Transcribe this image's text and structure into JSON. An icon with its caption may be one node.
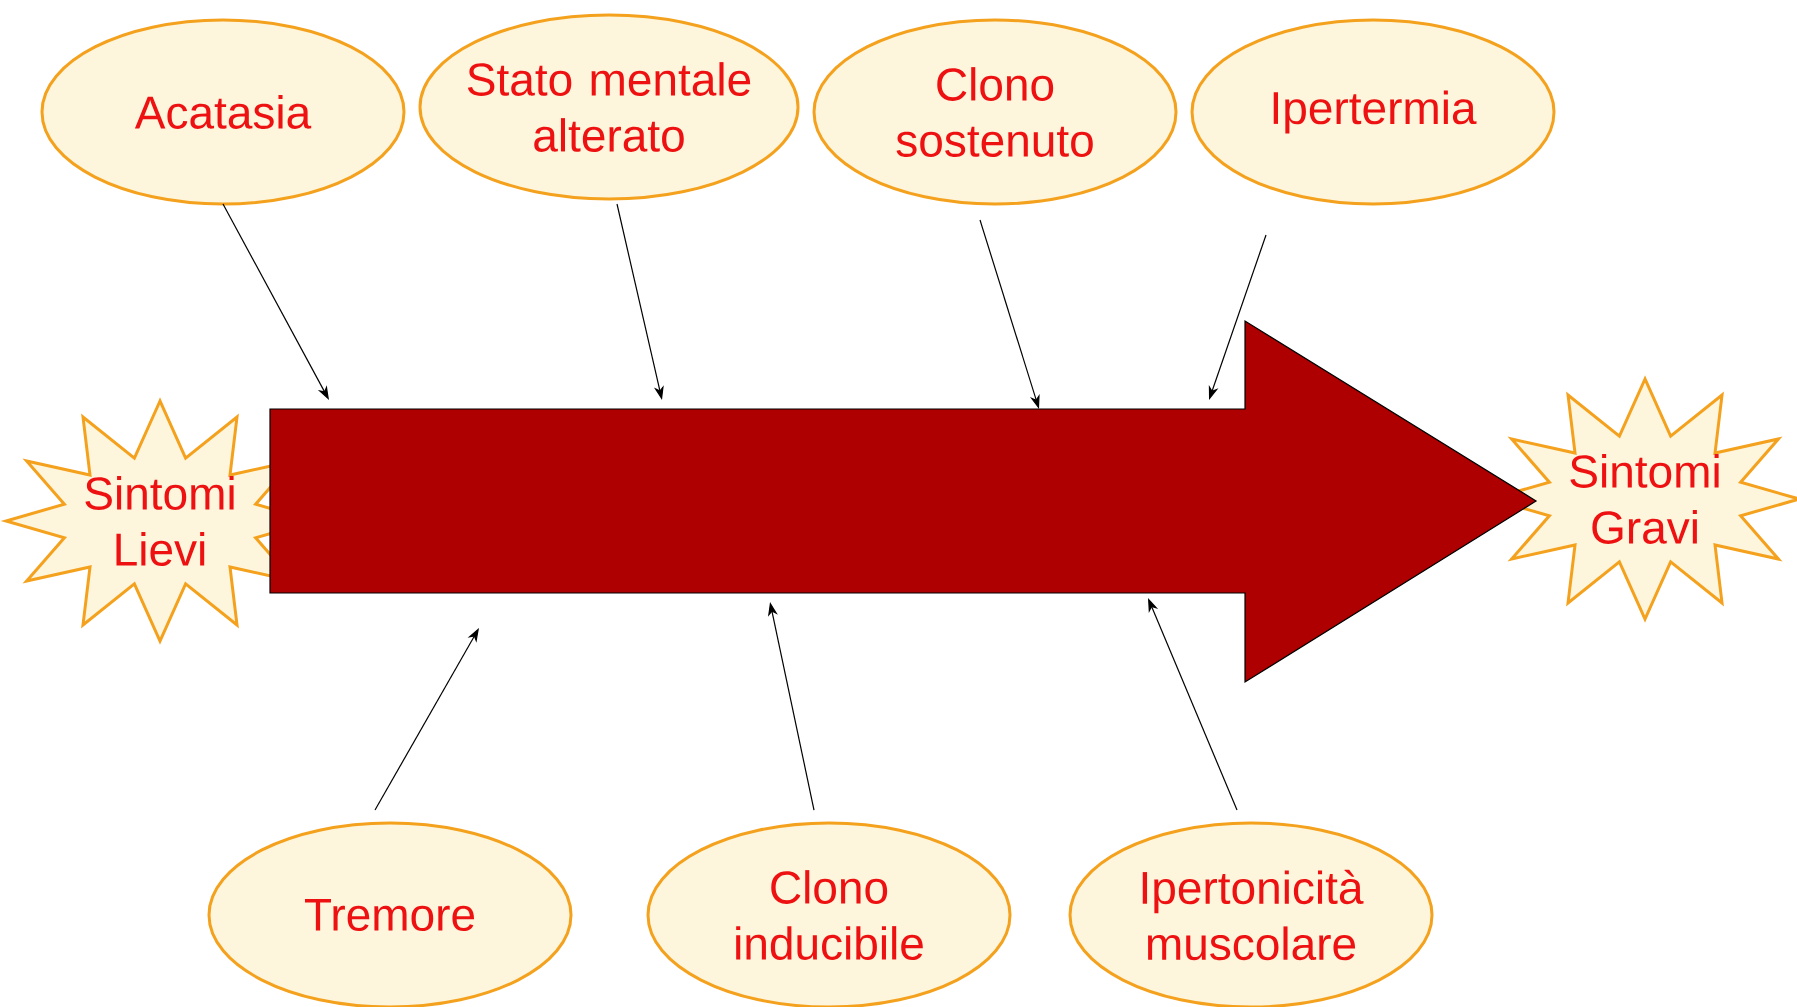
{
  "diagram": {
    "nodes": [
      {
        "text": [
          "Acatasia"
        ]
      },
      {
        "text": [
          "Stato mentale alterato"
        ]
      },
      {
        "text": [
          "Clono sostenuto"
        ]
      },
      {
        "text": [
          "Ipertermia"
        ]
      },
      {
        "text": [
          "Sintomi Lievi"
        ]
      },
      {
        "text": [
          "Sintomi Gravi"
        ]
      },
      {
        "text": [
          "Tremore"
        ]
      },
      {
        "text": [
          "Clono inducibile"
        ]
      },
      {
        "text": [
          "Ipertonicità muscolare"
        ]
      }
    ],
    "edges": [
      {
        "from": 4,
        "to": 5,
        "arrow": "to",
        "style": "thick"
      },
      {
        "from": 0,
        "to": null,
        "arrow": "to"
      },
      {
        "from": 1,
        "to": null,
        "arrow": "to"
      },
      {
        "from": 2,
        "to": null,
        "arrow": "to"
      },
      {
        "from": 3,
        "to": null,
        "arrow": "to"
      },
      {
        "from": 6,
        "to": null,
        "arrow": "to"
      },
      {
        "from": 7,
        "to": null,
        "arrow": "to"
      },
      {
        "from": 8,
        "to": null,
        "arrow": "to"
      }
    ]
  }
}
